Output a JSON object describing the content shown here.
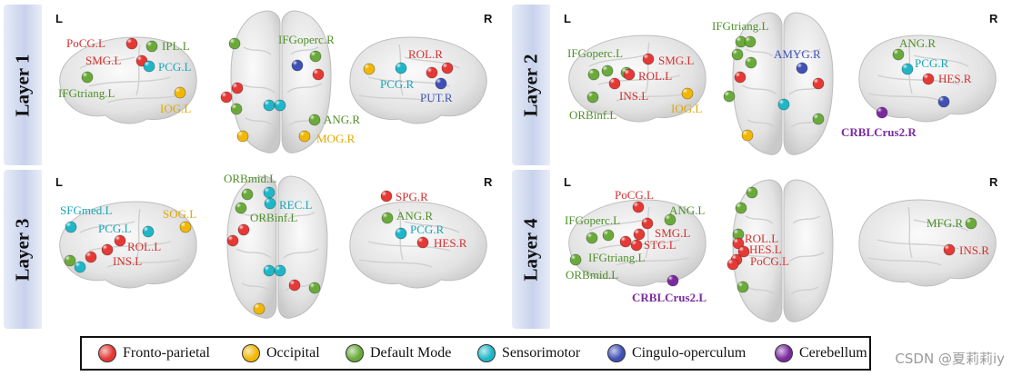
{
  "colors": {
    "fronto_parietal": "#e53935",
    "occipital": "#f2b705",
    "default_mode": "#6aaa3a",
    "sensorimotor": "#1fb7c8",
    "cingulo_opercular": "#3f51b5",
    "cerebellum": "#7b2a9e"
  },
  "panels": [
    {
      "title": "Layer 1",
      "left_label": "L",
      "right_label": "R"
    },
    {
      "title": "Layer 2",
      "left_label": "L",
      "right_label": "R"
    },
    {
      "title": "Layer 3",
      "left_label": "L",
      "right_label": "R"
    },
    {
      "title": "Layer 4",
      "left_label": "L",
      "right_label": "R"
    }
  ],
  "labels": {
    "l1_pocg": "PoCG.L",
    "l1_ipl": "IPL.L",
    "l1_smg": "SMG.L",
    "l1_pcg": "PCG.L",
    "l1_ifgtriang": "IFGtriang.L",
    "l1_iog": "IOG.L",
    "l1_ifgoperc": "IFGoperc.R",
    "l1_ang": "ANG.R",
    "l1_mog": "MOG.R",
    "l1_rol": "ROL.R",
    "l1_pcgr": "PCG.R",
    "l1_put": "PUT.R",
    "l2_ifgoperc": "IFGoperc.L",
    "l2_smg": "SMG.L",
    "l2_rol": "ROL.L",
    "l2_ins": "INS.L",
    "l2_orbinf": "ORBinf.L",
    "l2_iog": "IOG.L",
    "l2_ifgtriang": "IFGtriang.L",
    "l2_amyg": "AMYG.R",
    "l2_ang": "ANG.R",
    "l2_pcg": "PCG.R",
    "l2_hes": "HES.R",
    "l2_crbl": "CRBLCrus2.R",
    "l3_sfgmed": "SFGmed.L",
    "l3_pcg": "PCG.L",
    "l3_sog": "SOG.L",
    "l3_rol": "ROL.L",
    "l3_ins": "INS.L",
    "l3_orbmid": "ORBmid.L",
    "l3_rec": "REC.L",
    "l3_orbinf": "ORBinf.L",
    "l3_spg": "SPG.R",
    "l3_ang": "ANG.R",
    "l3_pcgr": "PCG.R",
    "l3_hes": "HES.R",
    "l4_pocg": "PoCG.L",
    "l4_ang": "ANG.L",
    "l4_ifgoperc": "IFGoperc.L",
    "l4_smg": "SMG.L",
    "l4_stg": "STG.L",
    "l4_ifgtriang": "IFGtriang.L",
    "l4_orbmid": "ORBmid.L",
    "l4_crbl": "CRBLCrus2.L",
    "l4_rol": "ROL.L",
    "l4_hes": "HES.L",
    "l4_pocgc": "PoCG.L",
    "l4_mfg": "MFG.R",
    "l4_ins": "INS.R"
  },
  "legend": [
    {
      "label": "Fronto-parietal",
      "color": "#e53935"
    },
    {
      "label": "Occipital",
      "color": "#f2b705"
    },
    {
      "label": "Default Mode",
      "color": "#6aaa3a"
    },
    {
      "label": "Sensorimotor",
      "color": "#1fb7c8"
    },
    {
      "label": "Cingulo-operculum",
      "color": "#3f51b5"
    },
    {
      "label": "Cerebellum",
      "color": "#7b2a9e"
    }
  ],
  "watermark": "CSDN @夏莉莉iy"
}
